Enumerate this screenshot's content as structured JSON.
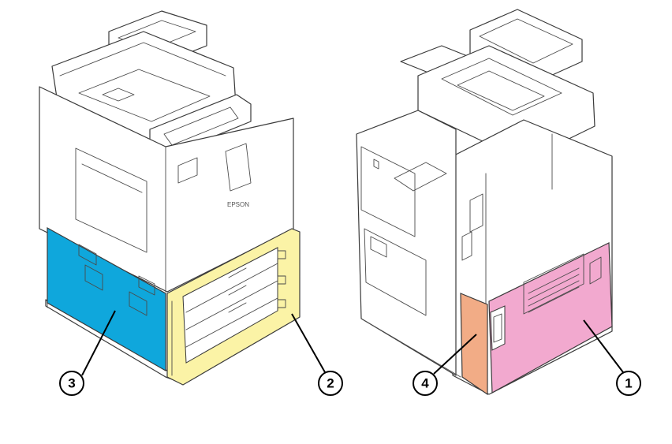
{
  "brand_logo": "EPSON",
  "colors": {
    "part_1": "#f2a9cf",
    "part_2": "#fbf3a6",
    "part_3": "#0fa7dc",
    "part_4": "#f2ac86",
    "outline": "#3a3a3a"
  },
  "callouts": [
    {
      "id": "1",
      "label": "1",
      "target": "part_1"
    },
    {
      "id": "2",
      "label": "2",
      "target": "part_2"
    },
    {
      "id": "3",
      "label": "3",
      "target": "part_3"
    },
    {
      "id": "4",
      "label": "4",
      "target": "part_4"
    }
  ]
}
